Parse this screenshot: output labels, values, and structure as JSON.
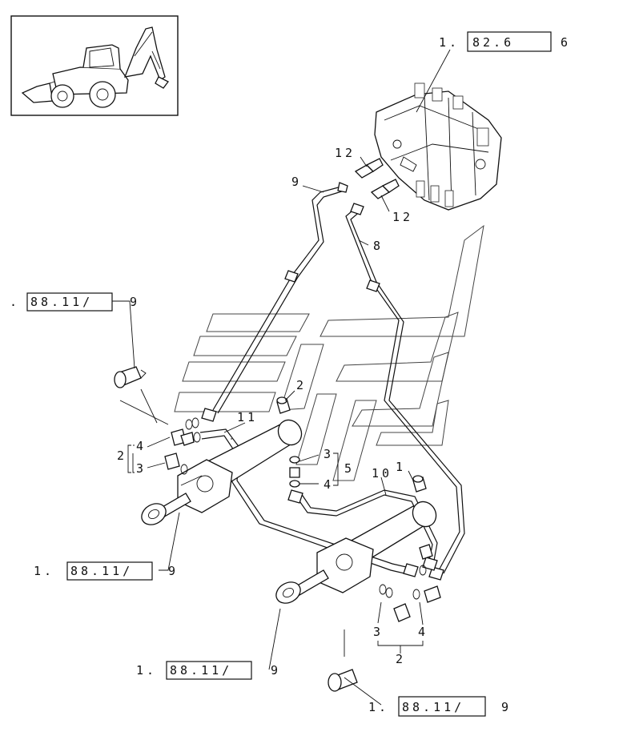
{
  "refs": {
    "top_ref": {
      "prefix": "1.",
      "boxed": "82.6",
      "suffix": "6"
    },
    "left_upper_ref": {
      "prefix": ".",
      "boxed": "88.11/",
      "suffix": "9"
    },
    "left_lower_ref": {
      "prefix": "1.",
      "boxed": "88.11/",
      "suffix": "9"
    },
    "bottom_center_ref": {
      "prefix": "1.",
      "boxed": "88.11/",
      "suffix": "9"
    },
    "bottom_right_ref": {
      "prefix": "1.",
      "boxed": "88.11/",
      "suffix": "9"
    }
  },
  "callouts": {
    "c12_upper": "12",
    "c12_lower": "12",
    "c9": "9",
    "c8": "8",
    "c2_plug": "2",
    "c11": "11",
    "c4_left": "4",
    "c2_left": "2",
    "c3_left": "3",
    "c3_center": "3",
    "c5": "5",
    "c4_center": "4",
    "c10": "10",
    "c1": "1",
    "c3_bottom": "3",
    "c4_bottom": "4",
    "c2_bottom": "2"
  },
  "icons": {
    "thumbnail": "backhoe-loader-icon",
    "valve": "control-valve-icon",
    "watermark": "manufacturer-watermark"
  }
}
